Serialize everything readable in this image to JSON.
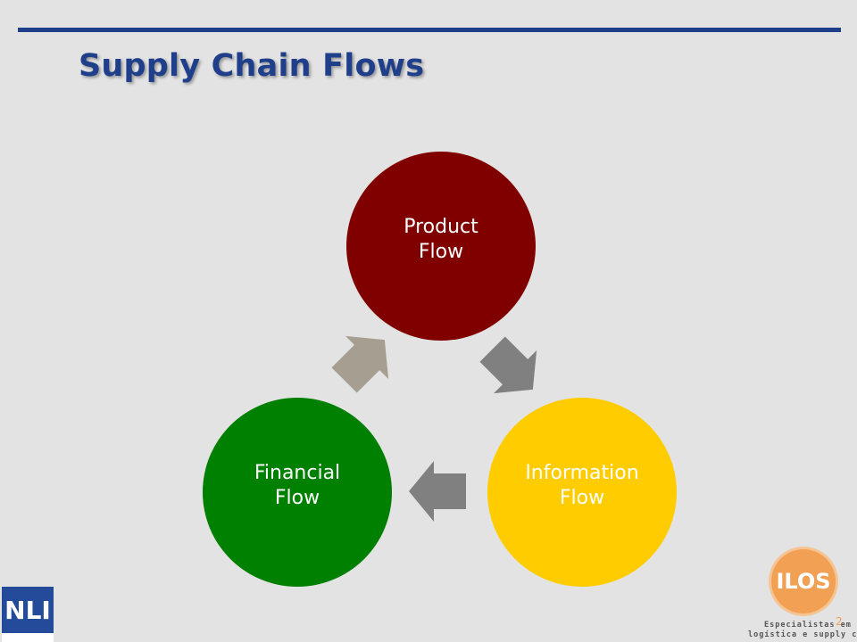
{
  "slide": {
    "title": "Supply Chain Flows",
    "page_number": "2"
  },
  "diagram": {
    "nodes": [
      {
        "id": "product",
        "label": "Product\nFlow",
        "color": "#800000"
      },
      {
        "id": "information",
        "label": "Information\nFlow",
        "color": "#ffcc00"
      },
      {
        "id": "financial",
        "label": "Financial\nFlow",
        "color": "#008000"
      }
    ],
    "arrows": [
      {
        "from": "product",
        "to": "information",
        "color": "#808080"
      },
      {
        "from": "information",
        "to": "financial",
        "color": "#808080"
      },
      {
        "from": "financial",
        "to": "product",
        "color": "#a59e91"
      }
    ]
  },
  "logos": {
    "left": "NLI",
    "right": "ILOS",
    "tagline_line1": "Especialistas em",
    "tagline_line2": "logística e supply chain"
  },
  "colors": {
    "title": "#1f3f8a",
    "rule": "#1f3f8a",
    "background": "#e3e3e3"
  }
}
